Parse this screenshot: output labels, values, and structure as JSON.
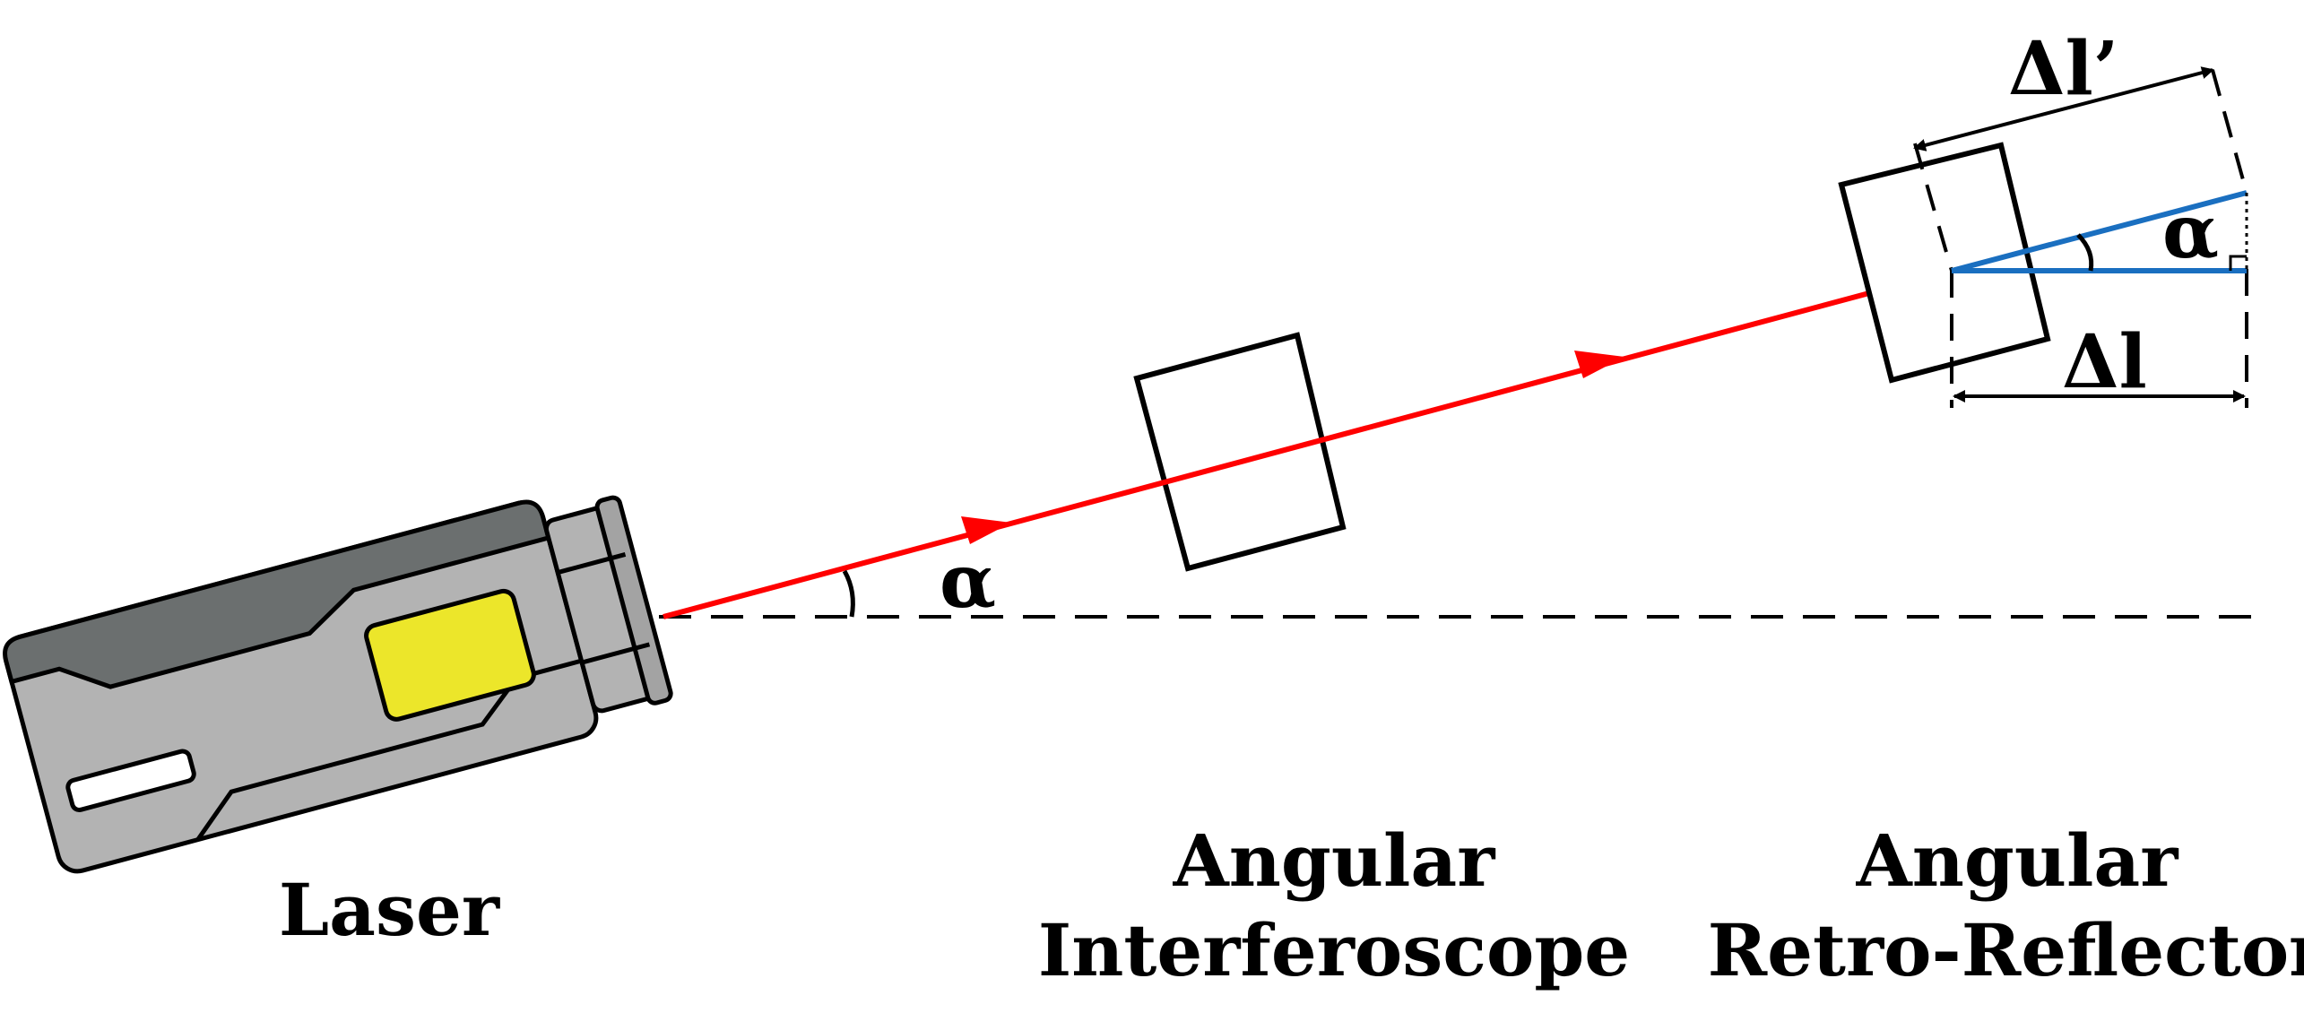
{
  "labels": {
    "laser": "Laser",
    "interferoscope_line1": "Angular",
    "interferoscope_line2": "Interferoscope",
    "reflector_line1": "Angular",
    "reflector_line2": "Retro-Reflector"
  },
  "symbols": {
    "alpha_main": "α",
    "alpha_small": "α",
    "delta_l": "Δl",
    "delta_l_prime": "Δl’"
  },
  "colors": {
    "beam": "#ff0000",
    "projection": "#1a6fc0",
    "outline": "#000000",
    "laser_body": "#b3b3b3",
    "laser_top": "#6b6f6f",
    "laser_window": "#ece62a"
  }
}
